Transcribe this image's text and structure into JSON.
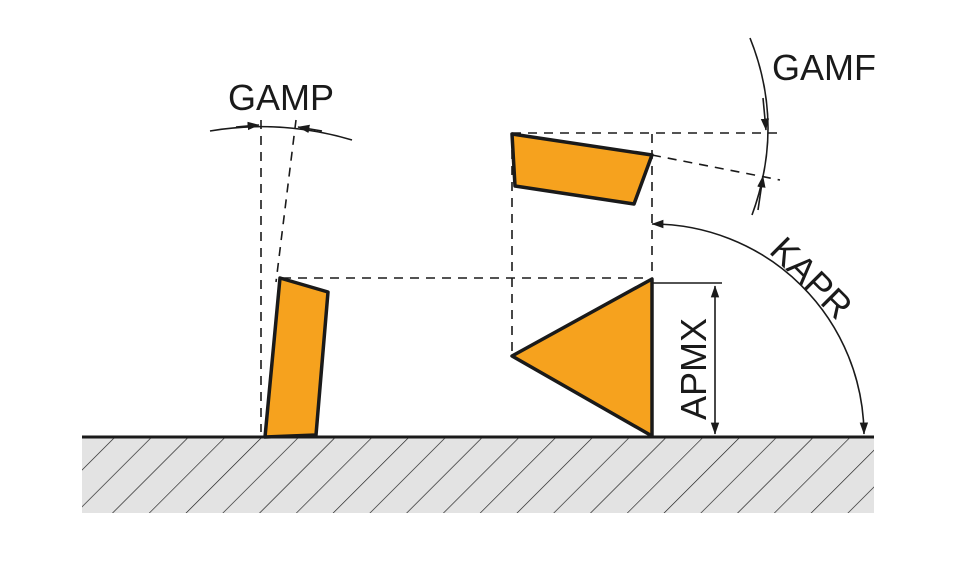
{
  "labels": {
    "gamp": "GAMP",
    "gamf": "GAMF",
    "kapr": "KAPR",
    "apmx": "APMX"
  },
  "colors": {
    "insert_fill": "#f6a21e",
    "outline": "#1a1a1a",
    "ground_fill": "#e3e3e3"
  }
}
